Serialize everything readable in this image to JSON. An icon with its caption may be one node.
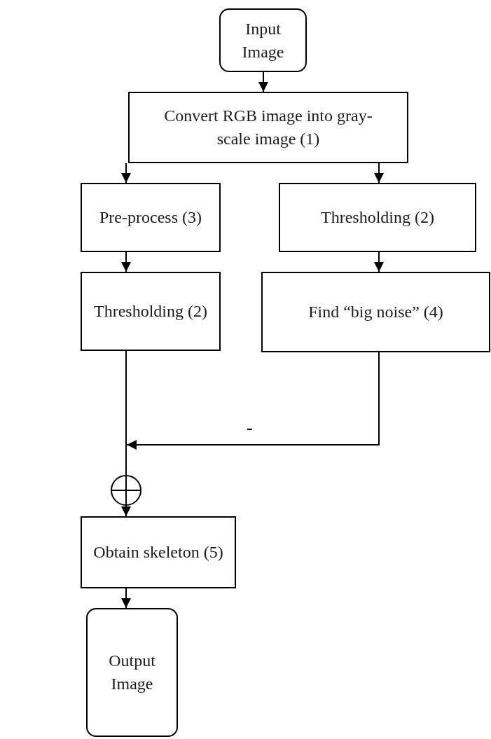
{
  "diagram": {
    "nodes": [
      {
        "text": [
          "Input Image"
        ]
      },
      {
        "text": [
          "Convert RGB image into gray-scale image (1)"
        ]
      },
      {
        "text": [
          "Pre-process (3)"
        ]
      },
      {
        "text": [
          "Thresholding (2)"
        ]
      },
      {
        "text": [
          "Thresholding (2)"
        ]
      },
      {
        "text": [
          "Find “big noise” (4)"
        ]
      },
      {
        "text": [],
        "shape": "circle"
      },
      {
        "text": [
          "Obtain skeleton (5)"
        ]
      },
      {
        "text": [
          "Output Image"
        ]
      }
    ],
    "edges": [
      {
        "from": 0,
        "to": 1,
        "arrow": "to"
      },
      {
        "from": 1,
        "to": 2,
        "arrow": "to"
      },
      {
        "from": 1,
        "to": 3,
        "arrow": "to"
      },
      {
        "from": 2,
        "to": 4,
        "arrow": "to"
      },
      {
        "from": 3,
        "to": 5,
        "arrow": "to"
      },
      {
        "from": 4,
        "to": 6,
        "arrow": "none"
      },
      {
        "from": 5,
        "to": 6,
        "arrow": "to",
        "label": "-"
      },
      {
        "from": 6,
        "to": 7,
        "arrow": "to"
      },
      {
        "from": 7,
        "to": 8,
        "arrow": "to"
      }
    ]
  }
}
